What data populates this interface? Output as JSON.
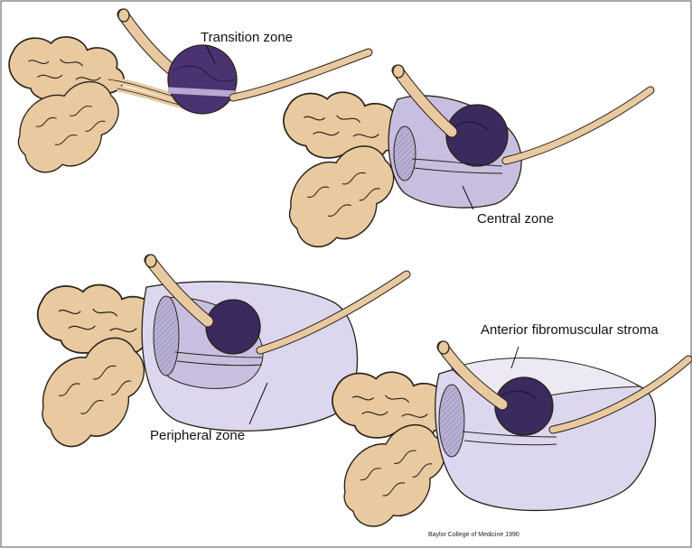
{
  "figure": {
    "labels": {
      "transition_zone": "Transition zone",
      "central_zone": "Central zone",
      "peripheral_zone": "Peripheral zone",
      "anterior_stroma": "Anterior fibromuscular stroma"
    },
    "credit": "Baylor College of Medicine 1990"
  },
  "colors": {
    "tan": "#e8c9a0",
    "transition_purple": "#4a3370",
    "central_lavender": "#c8bfe0",
    "peripheral_lavender": "#dcd7ee",
    "outline": "#2a2216"
  }
}
